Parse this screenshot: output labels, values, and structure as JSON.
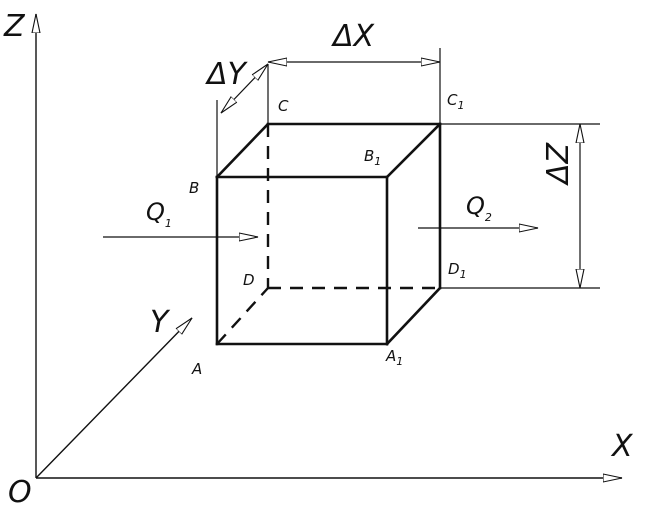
{
  "axes": {
    "origin": "O",
    "x": "X",
    "y": "Y",
    "z": "Z"
  },
  "dimensions": {
    "dx": "ΔX",
    "dy": "ΔY",
    "dz": "ΔZ"
  },
  "flows": {
    "in": {
      "base": "Q",
      "sub": "1"
    },
    "out": {
      "base": "Q",
      "sub": "2"
    }
  },
  "vertices": {
    "a": {
      "base": "A",
      "sub": ""
    },
    "b": {
      "base": "B",
      "sub": ""
    },
    "c": {
      "base": "C",
      "sub": ""
    },
    "d": {
      "base": "D",
      "sub": ""
    },
    "a1": {
      "base": "A",
      "sub": "1"
    },
    "b1": {
      "base": "B",
      "sub": "1"
    },
    "c1": {
      "base": "C",
      "sub": "1"
    },
    "d1": {
      "base": "D",
      "sub": "1"
    }
  }
}
